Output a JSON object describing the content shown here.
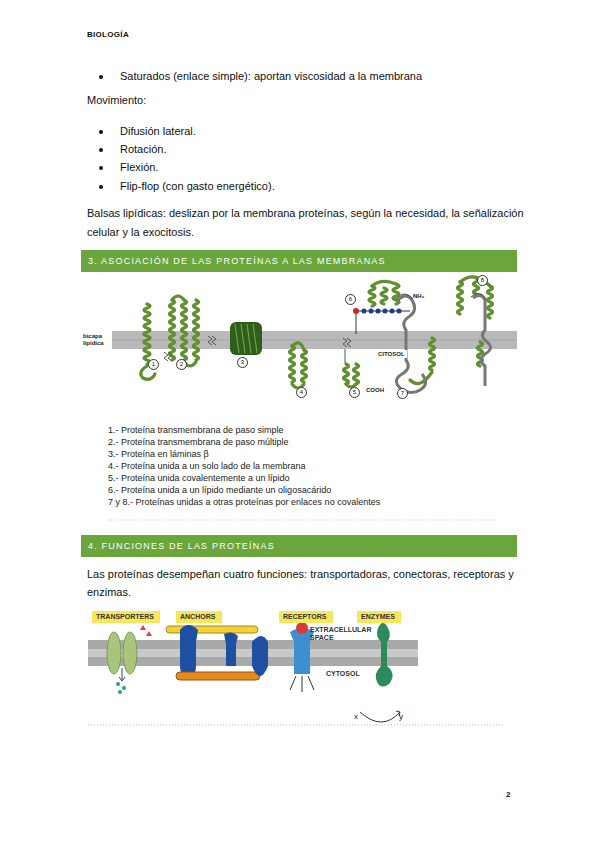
{
  "diagram": {
    "nodes": [
      {
        "text": [
          "3. ASOCIACIÓN DE LAS PROTEÍNAS A LAS MEMBRANAS"
        ]
      },
      {
        "text": [
          "4. FUNCIONES DE LAS PROTEÍNAS"
        ]
      },
      {
        "text": [
          "TRANSPORTERS"
        ]
      },
      {
        "text": [
          "ANCHORS"
        ]
      },
      {
        "text": [
          "RECEPTORS"
        ]
      },
      {
        "text": [
          "ENZYMES"
        ]
      }
    ],
    "labels": [
      "BIOLOGÍA",
      "Saturados (enlace simple): aportan viscosidad a la membrana",
      "Movimiento:",
      "Difusión lateral.",
      "Rotación.",
      "Flexión.",
      "Flip-flop (con gasto energético).",
      "Balsas lipídicas: deslizan por la membrana proteínas, según la necesidad, la señalización celular y la exocitosis.",
      "bicapa lipídica",
      "1",
      "2",
      "3",
      "4",
      "5",
      "6",
      "7",
      "8",
      "NH₂",
      "CITOSOL",
      "COOH",
      "1.- Proteína transmembrana de paso simple",
      "2.- Proteína transmembrana de paso múltiple",
      "3.- Proteína en láminas β",
      "4.- Proteína unida a un solo lado de la membrana",
      "5.- Proteína unida covalentemente a un lípido",
      "6.- Proteína unida a un lípido mediante un oligosacárido",
      "7 y 8.- Proteínas unidas a otras proteínas por enlaces no covalentes",
      "Las proteínas desempeñan cuatro funciones: transportadoras, conectoras, receptoras y enzimas.",
      "EXTRACELLULAR SPACE",
      "CYTOSOL",
      "x",
      "y",
      "2"
    ]
  }
}
